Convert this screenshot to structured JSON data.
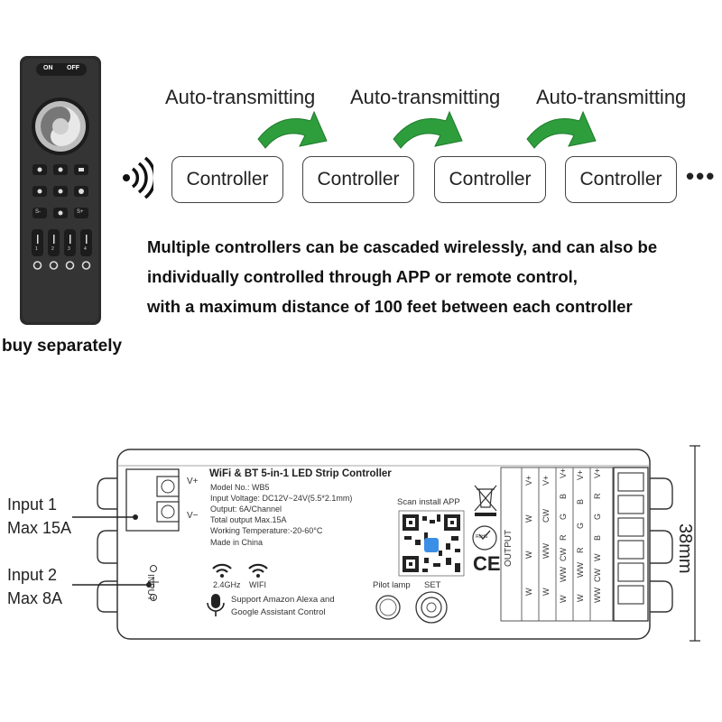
{
  "top": {
    "tx_labels": [
      "Auto-transmitting",
      "Auto-transmitting",
      "Auto-transmitting"
    ],
    "controllers": [
      "Controller",
      "Controller",
      "Controller",
      "Controller"
    ],
    "ellipsis": "•••",
    "desc_lines": [
      "Multiple controllers can be cascaded wirelessly, and can also be",
      "individually controlled through APP or remote control,",
      "with a maximum distance of 100 feet between each controller"
    ],
    "buy_note": "buy separately",
    "arrow_color": "#2e9e3c"
  },
  "remote": {
    "on_label": "ON",
    "off_label": "OFF",
    "row3_left": "S-",
    "row3_right": "S+",
    "zone_numbers": [
      "1",
      "2",
      "3",
      "4"
    ]
  },
  "device": {
    "title": "WiFi & BT 5-in-1 LED Strip Controller",
    "specs": [
      "Model No.: WB5",
      "Input Voltage: DC12V~24V(5.5*2.1mm)",
      "Output: 6A/Channel",
      "Total output Max.15A",
      "Working Temperature:-20-60°C",
      "Made in China"
    ],
    "v_plus": "V+",
    "v_minus": "V−",
    "input_label": "INPUT",
    "scan_label": "Scan install APP",
    "rohs": "RoHS",
    "ce": "CE",
    "bt_freq": "2.4GHz",
    "wifi_label": "WIFI",
    "alexa_line1": "Support Amazon Alexa and",
    "alexa_line2": "Google Assistant Control",
    "pilot_lamp": "Pilot lamp",
    "set_label": "SET",
    "output_label": "OUTPUT",
    "terminal_columns": [
      [
        "W",
        "W",
        "W",
        "V+"
      ],
      [
        "W",
        "WW",
        "CW",
        "V+"
      ],
      [
        "W",
        "WW",
        "CW",
        "R",
        "G",
        "B",
        "V+"
      ],
      [
        "W",
        "WW",
        "R",
        "G",
        "B",
        "V+"
      ],
      [
        "WW",
        "CW",
        "W",
        "B",
        "G",
        "R",
        "V+"
      ]
    ]
  },
  "labels": {
    "input1_a": "Input 1",
    "input1_b": "Max 15A",
    "input2_a": "Input 2",
    "input2_b": "Max 8A",
    "dimension": "38mm"
  }
}
